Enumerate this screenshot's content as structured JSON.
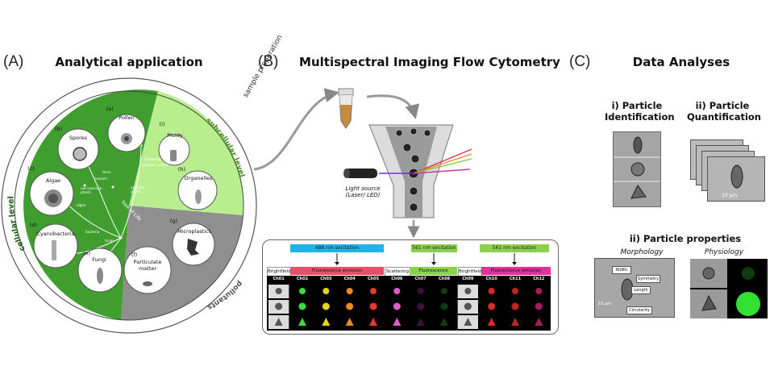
{
  "panels": {
    "a": {
      "letter": "(A)",
      "title": "Analytical application",
      "categories": {
        "cellular": "cellular level",
        "subcellular": "subcellular level",
        "pollutants": "pollutants"
      },
      "items": [
        {
          "letter": "(a)",
          "label": "Pollen"
        },
        {
          "letter": "(b)",
          "label": "Spores"
        },
        {
          "letter": "(c)",
          "label": "Algae"
        },
        {
          "letter": "(d)",
          "label": "Cyanobacteria"
        },
        {
          "letter": "(e)",
          "label": "Fungi"
        },
        {
          "letter": "(f)",
          "label": "Particulate matter"
        },
        {
          "letter": "(g)",
          "label": "Microplastics"
        },
        {
          "letter": "(h)",
          "label": "Organelles"
        },
        {
          "letter": "(i)",
          "label": "Ploidy"
        }
      ],
      "tree_words": [
        "flowering",
        "conifers",
        "plants",
        "ferns",
        "mosses",
        "non-vascular plants",
        "vascular plants",
        "algae",
        "Tree of Life",
        "bacteria",
        "fungi"
      ]
    },
    "b": {
      "letter": "(B)",
      "title": "Multispectral Imaging Flow Cytometry",
      "sample_prep": "sample preparation",
      "light_source": "Light source (Laser/ LED)",
      "excitations": [
        "488 nm excitation",
        "561 nm excitation",
        "561 nm excitation"
      ],
      "emissions": {
        "bf1": "Brightfield",
        "fluor1": "Fluorescence emission",
        "scatter": "Scattering",
        "fluor2": "Fluorescence emission",
        "bf2": "Brightfield",
        "fluor3": "Fluorescence emission"
      },
      "channels": [
        "Ch01",
        "Ch02",
        "Ch03",
        "Ch04",
        "Ch05",
        "Ch06",
        "Ch07",
        "Ch08",
        "Ch09",
        "Ch10",
        "Ch11",
        "Ch12"
      ]
    },
    "c": {
      "letter": "(C)",
      "title": "Data Analyses",
      "identification": "i) Particle Identification",
      "quantification": "ii) Particle Quantification",
      "properties": "ii) Particle properties",
      "morphology": "Morphology",
      "physiology": "Physiology",
      "morph_labels": [
        "Width",
        "Symmetry",
        "Length",
        "Circularity"
      ],
      "scale": "10 μm"
    }
  },
  "colors": {
    "dark_green": "#3f9e2d",
    "light_green": "#b9ee8f",
    "gray": "#8f8f8f",
    "cyan": "#1fb3e8",
    "pink": "#ea4f6a",
    "lime": "#8bd14e",
    "magenta": "#e2319a"
  }
}
